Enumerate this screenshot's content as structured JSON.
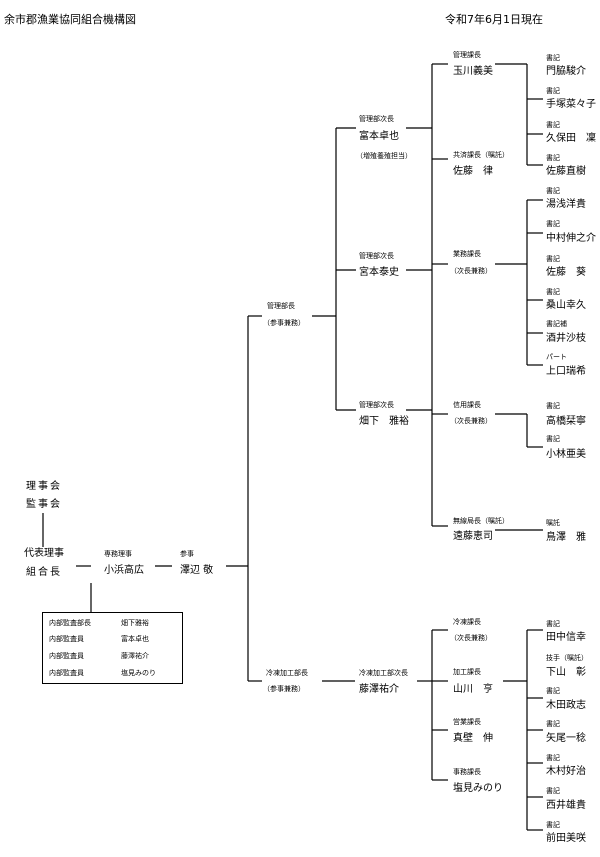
{
  "header": {
    "title": "余市郡漁業協同組合機構図",
    "date": "令和7年6月1日現在"
  },
  "board": {
    "rijikai": "理事会",
    "kanjikai": "監事会",
    "daihyo_line1": "代表理事",
    "daihyo_line2": "組合長",
    "senmu_role": "専務理事",
    "senmu_name": "小浜高広",
    "sanji_role": "参事",
    "sanji_name": "澤辺 敬"
  },
  "audit": [
    {
      "role": "内部監査部長",
      "name": "畑下雅裕"
    },
    {
      "role": "内部監査員",
      "name": "富本卓也"
    },
    {
      "role": "内部監査員",
      "name": "藤澤祐介"
    },
    {
      "role": "内部監査員",
      "name": "塩見みのり"
    }
  ],
  "kanri": {
    "role": "管理部長",
    "note": "（参事兼務）",
    "deputies": [
      {
        "role": "管理部次長",
        "name": "富本卓也",
        "note": "（増殖養殖担当）"
      },
      {
        "role": "管理部次長",
        "name": "宮本泰史"
      },
      {
        "role": "管理部次長",
        "name": "畑下　雅裕"
      }
    ],
    "sections": [
      {
        "role": "管理課長",
        "name": "玉川義美"
      },
      {
        "role": "共済課長（嘱託）",
        "name": "佐藤　律"
      },
      {
        "role": "業務課長",
        "note": "（次長兼務）"
      },
      {
        "role": "信用課長",
        "note": "（次長兼務）"
      },
      {
        "role": "無線局長（嘱託）",
        "name": "遠藤恵司"
      }
    ],
    "staff": [
      {
        "role": "書記",
        "name": "門脇駿介"
      },
      {
        "role": "書記",
        "name": "手塚菜々子"
      },
      {
        "role": "書記",
        "name": "久保田　凜"
      },
      {
        "role": "書記",
        "name": "佐藤直樹"
      },
      {
        "role": "書記",
        "name": "湯浅洋貴"
      },
      {
        "role": "書記",
        "name": "中村伸之介"
      },
      {
        "role": "書記",
        "name": "佐藤　葵"
      },
      {
        "role": "書記",
        "name": "桑山幸久"
      },
      {
        "role": "書記補",
        "name": "酒井沙枝"
      },
      {
        "role": "パート",
        "name": "上口瑞希"
      },
      {
        "role": "書記",
        "name": "高橋栞寧"
      },
      {
        "role": "書記",
        "name": "小林亜美"
      },
      {
        "role": "嘱託",
        "name": "鳥澤　雅"
      }
    ]
  },
  "reito": {
    "role": "冷凍加工部長",
    "note": "（参事兼務）",
    "deputy": {
      "role": "冷凍加工部次長",
      "name": "藤澤祐介"
    },
    "sections": [
      {
        "role": "冷凍課長",
        "note": "（次長兼務）"
      },
      {
        "role": "加工課長",
        "name": "山川　亨"
      },
      {
        "role": "営業課長",
        "name": "真壁　伸"
      },
      {
        "role": "事務課長",
        "name": "塩見みのり"
      }
    ],
    "staff": [
      {
        "role": "書記",
        "name": "田中信幸"
      },
      {
        "role": "技手（嘱託）",
        "name": "下山　彰"
      },
      {
        "role": "書記",
        "name": "木田政志"
      },
      {
        "role": "書記",
        "name": "矢尾一稔"
      },
      {
        "role": "書記",
        "name": "木村好治"
      },
      {
        "role": "書記",
        "name": "西井雄貴"
      },
      {
        "role": "書記",
        "name": "前田美咲"
      }
    ]
  }
}
